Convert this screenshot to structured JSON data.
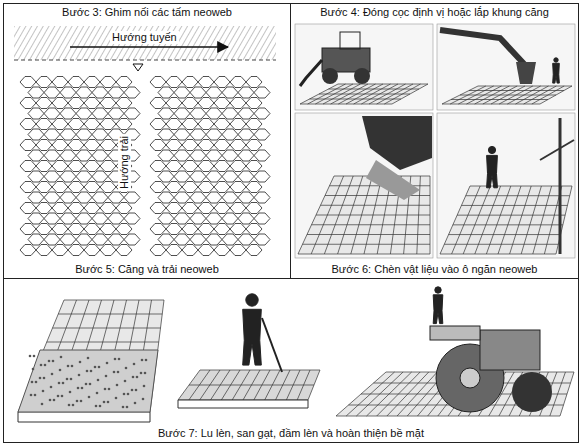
{
  "diagram": {
    "nodes": [
      {
        "text": [
          "Bước 3: Ghim nối các tấm neoweb",
          "Bước 5: Căng và trải neoweb"
        ]
      },
      {
        "text": [
          "Bước 4: Đóng cọc định vị hoặc lắp khung căng",
          "Bước 6: Chèn vật liệu vào ô ngăn neoweb"
        ]
      },
      {
        "text": [
          "Bước 7: Lu lèn, san gạt, đầm lèn và hoàn thiện bề mặt"
        ]
      }
    ],
    "labels": [
      "Hướng tuyến",
      "Hướng trải"
    ]
  }
}
